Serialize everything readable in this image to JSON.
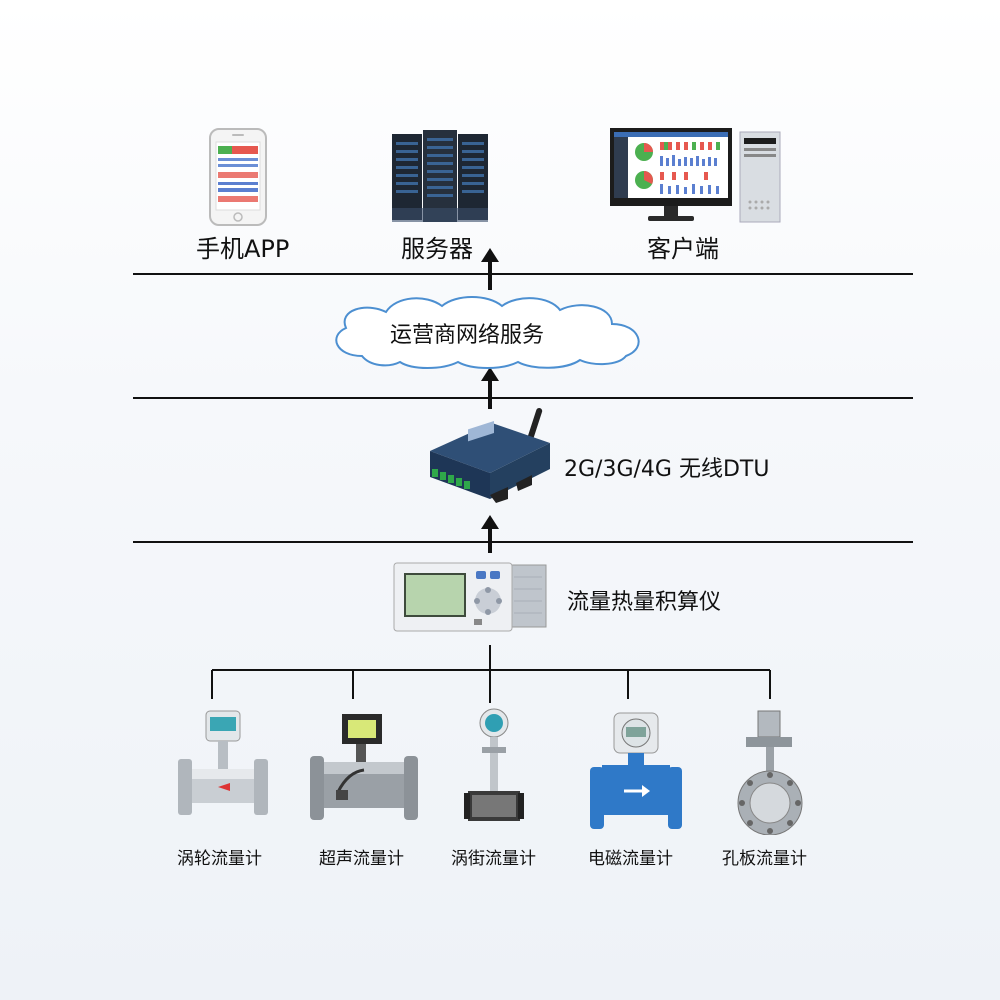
{
  "top_row": {
    "phone_label": "手机APP",
    "server_label": "服务器",
    "client_label": "客户端"
  },
  "network": {
    "cloud_label": "运营商网络服务"
  },
  "dtu": {
    "label": "2G/3G/4G  无线DTU"
  },
  "calculator": {
    "label": "流量热量积算仪"
  },
  "sensors": [
    {
      "label": "涡轮流量计"
    },
    {
      "label": "超声流量计"
    },
    {
      "label": "涡街流量计"
    },
    {
      "label": "电磁流量计"
    },
    {
      "label": "孔板流量计"
    }
  ]
}
